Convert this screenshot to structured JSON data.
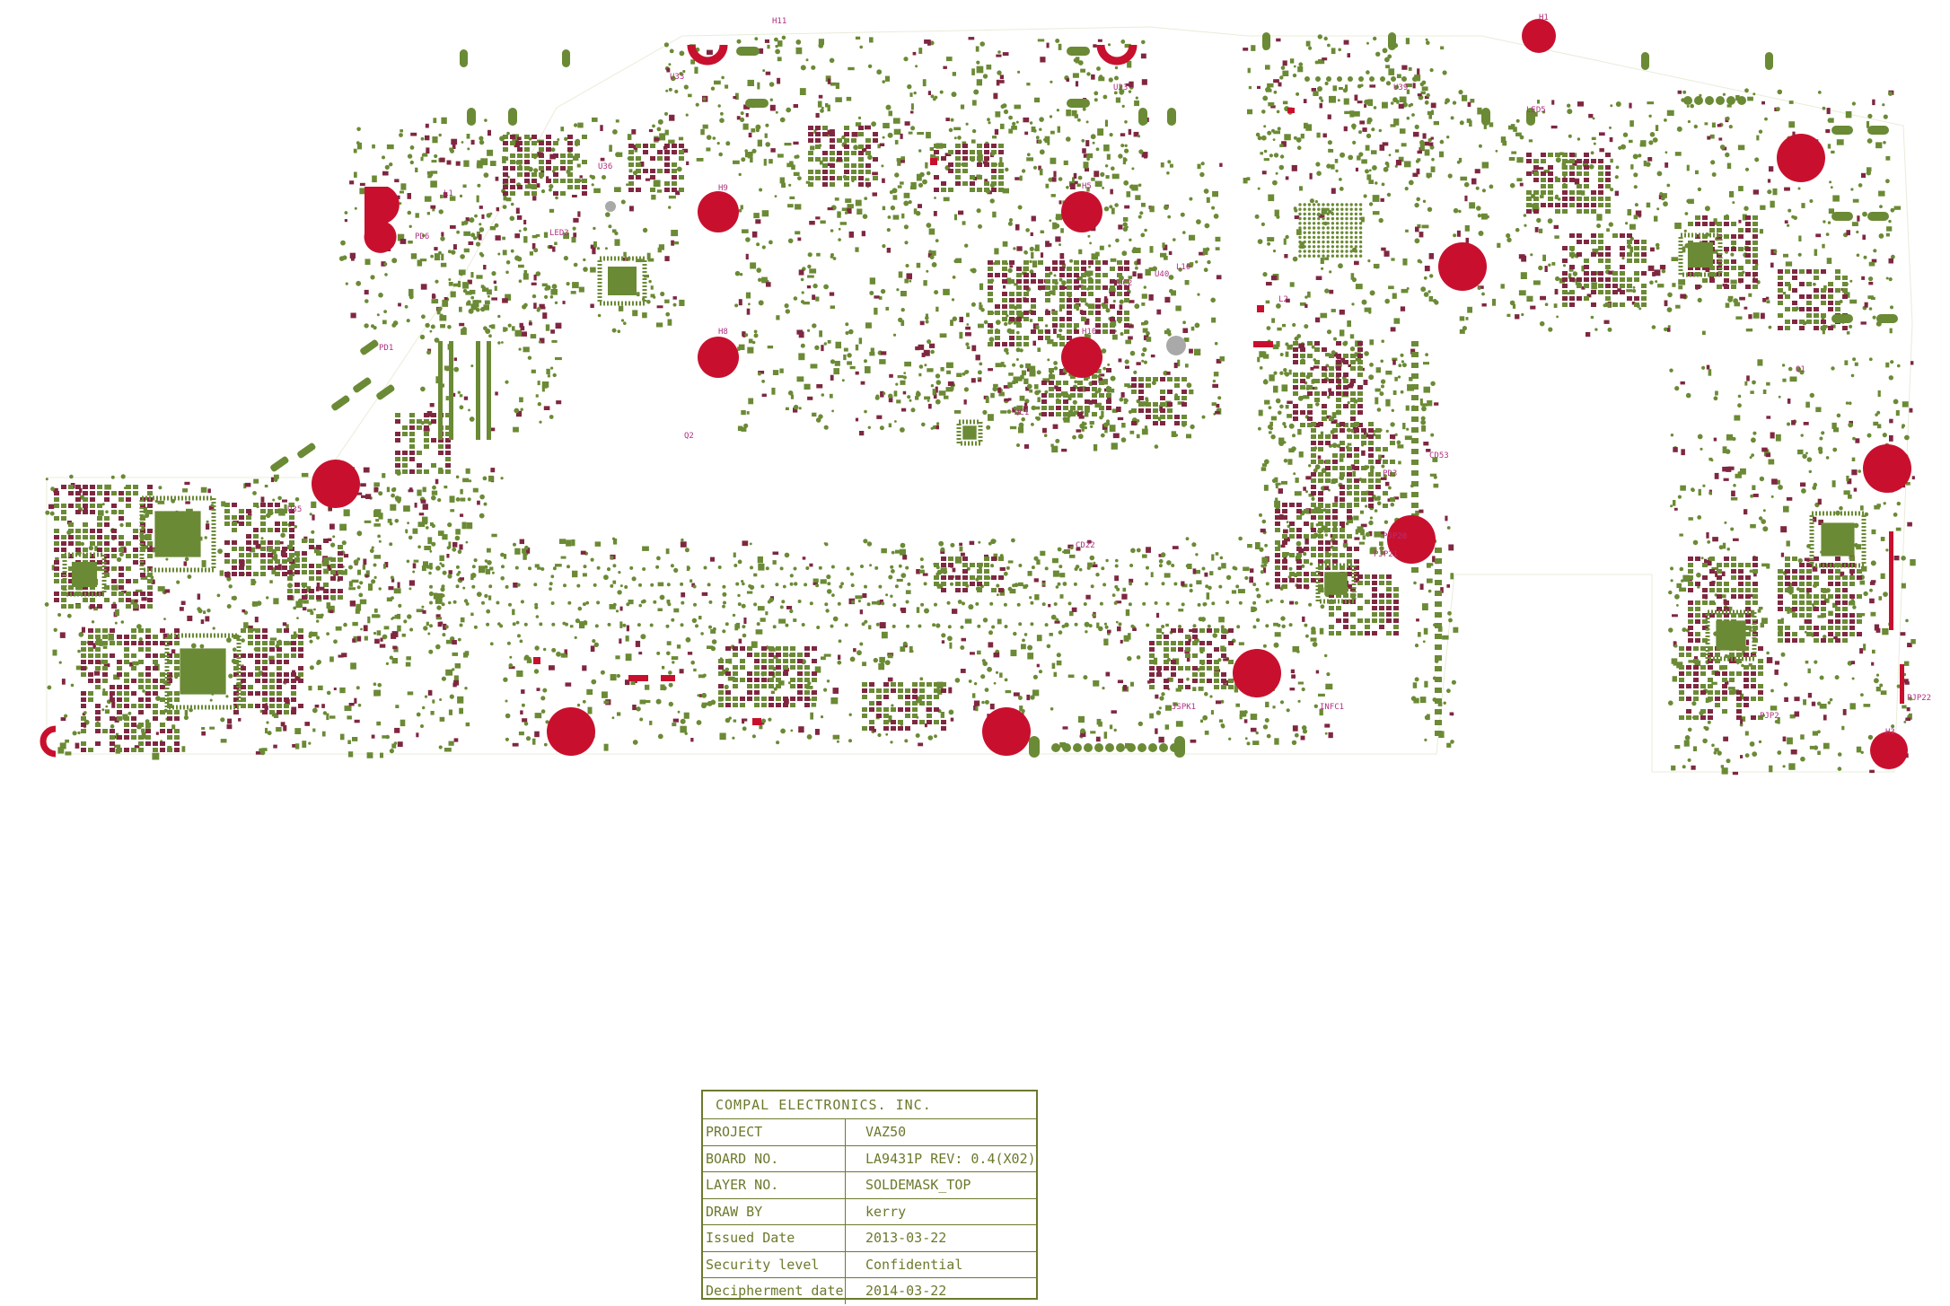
{
  "colors": {
    "copper": "#6b8a35",
    "pad_dark": "#7f2740",
    "mount_hole": "#c8102e",
    "silkscreen": "#b0307f",
    "border": "#6b7a2c"
  },
  "board": {
    "component_labels": [
      "H1",
      "H3",
      "H5",
      "H8",
      "H9",
      "H10",
      "H11",
      "U23",
      "U33",
      "U35",
      "U39",
      "LED5",
      "LED3",
      "U36",
      "Q2",
      "CD22",
      "CD53",
      "Q1",
      "PD3",
      "PJP20",
      "PJP21",
      "PJP22",
      "PJP2",
      "JSPK1",
      "INFC1",
      "PD1",
      "PD6",
      "L1",
      "L2",
      "L10",
      "U40",
      "UC2",
      "QC1"
    ]
  },
  "title_block": {
    "company": "COMPAL ELECTRONICS. INC.",
    "rows": [
      {
        "key": "PROJECT",
        "value": "VAZ50"
      },
      {
        "key": "BOARD NO.",
        "value": "LA9431P   REV: 0.4(X02)"
      },
      {
        "key": "LAYER NO.",
        "value": "SOLDEMASK_TOP"
      },
      {
        "key": "DRAW BY",
        "value": "kerry"
      },
      {
        "key": "Issued  Date",
        "value": "2013-03-22"
      },
      {
        "key": "Security level",
        "value": "Confidential"
      },
      {
        "key": "Decipherment date",
        "value": "2014-03-22"
      }
    ]
  }
}
